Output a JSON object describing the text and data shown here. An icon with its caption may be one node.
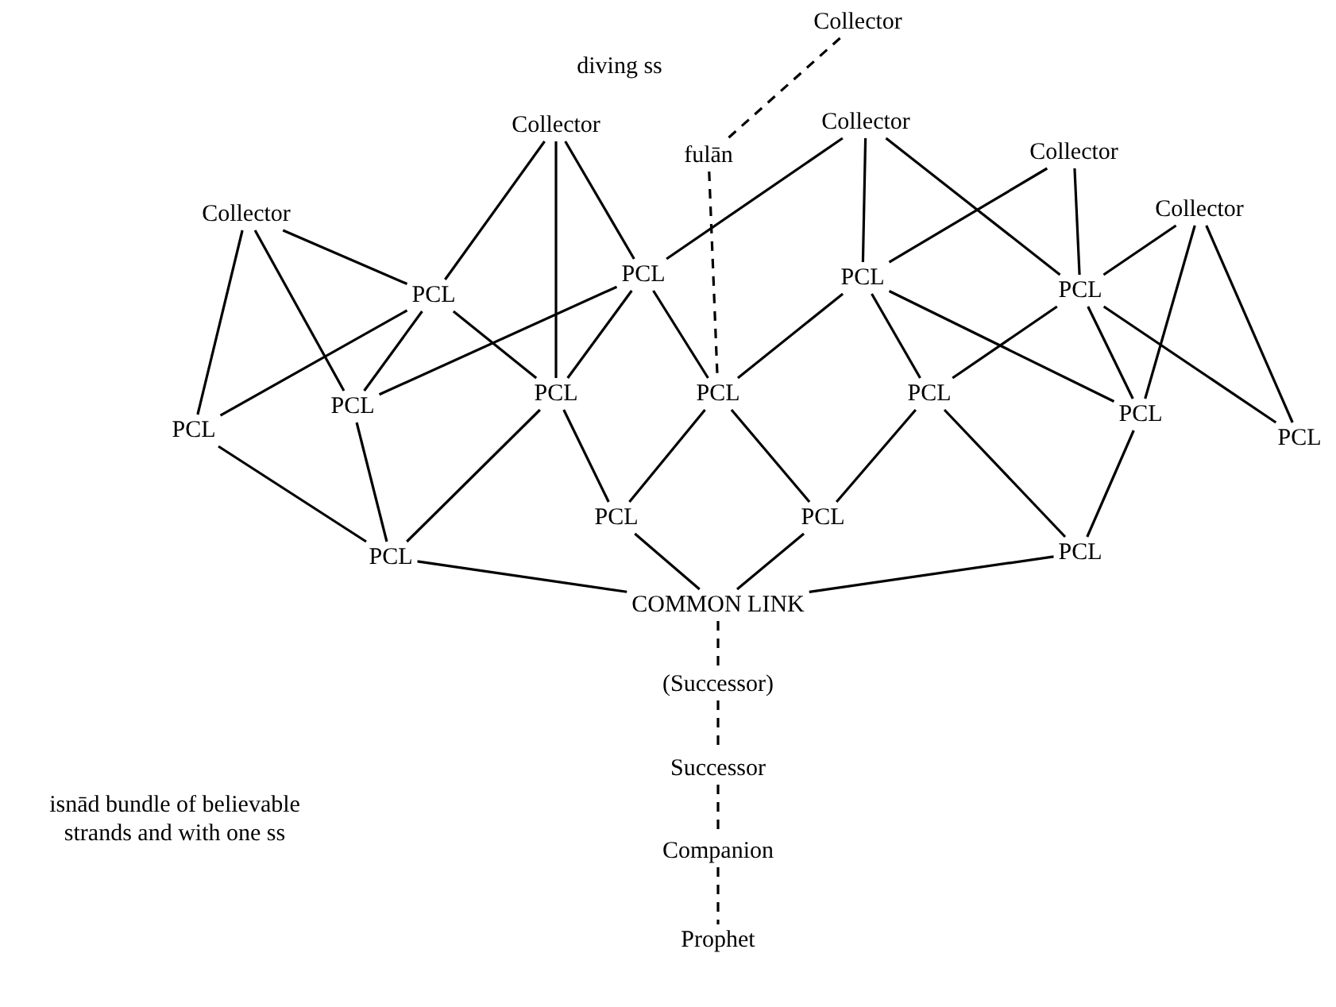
{
  "diagram": {
    "nodes": [
      {
        "text": [
          "Collector"
        ]
      },
      {
        "text": [
          "Collector"
        ]
      },
      {
        "text": [
          "Collector"
        ]
      },
      {
        "text": [
          "fulān"
        ]
      },
      {
        "text": [
          "Collector"
        ]
      },
      {
        "text": [
          "Collector"
        ]
      },
      {
        "text": [
          "Collector"
        ]
      },
      {
        "text": [
          "PCL"
        ]
      },
      {
        "text": [
          "PCL"
        ]
      },
      {
        "text": [
          "PCL"
        ]
      },
      {
        "text": [
          "PCL"
        ]
      },
      {
        "text": [
          "PCL"
        ]
      },
      {
        "text": [
          "PCL"
        ]
      },
      {
        "text": [
          "PCL"
        ]
      },
      {
        "text": [
          "PCL"
        ]
      },
      {
        "text": [
          "PCL"
        ]
      },
      {
        "text": [
          "PCL"
        ]
      },
      {
        "text": [
          "PCL"
        ]
      },
      {
        "text": [
          "PCL"
        ]
      },
      {
        "text": [
          "PCL"
        ]
      },
      {
        "text": [
          "PCL"
        ]
      },
      {
        "text": [
          "PCL"
        ]
      },
      {
        "text": [
          "COMMON LINK"
        ]
      },
      {
        "text": [
          "(Successor)"
        ]
      },
      {
        "text": [
          "Successor"
        ]
      },
      {
        "text": [
          "Companion"
        ]
      },
      {
        "text": [
          "Prophet"
        ]
      }
    ],
    "edges": [
      {
        "from": 0,
        "to": 3,
        "arrow": "none",
        "style": "dashed"
      },
      {
        "from": 3,
        "to": 14,
        "arrow": "none",
        "style": "dashed"
      },
      {
        "from": 1,
        "to": 11,
        "arrow": "none"
      },
      {
        "from": 1,
        "to": 12,
        "arrow": "none"
      },
      {
        "from": 1,
        "to": 7,
        "arrow": "none"
      },
      {
        "from": 2,
        "to": 7,
        "arrow": "none"
      },
      {
        "from": 2,
        "to": 13,
        "arrow": "none"
      },
      {
        "from": 2,
        "to": 8,
        "arrow": "none"
      },
      {
        "from": 7,
        "to": 11,
        "arrow": "none"
      },
      {
        "from": 7,
        "to": 12,
        "arrow": "none"
      },
      {
        "from": 7,
        "to": 13,
        "arrow": "none"
      },
      {
        "from": 8,
        "to": 12,
        "arrow": "none"
      },
      {
        "from": 8,
        "to": 13,
        "arrow": "none"
      },
      {
        "from": 8,
        "to": 14,
        "arrow": "none"
      },
      {
        "from": 4,
        "to": 8,
        "arrow": "none"
      },
      {
        "from": 4,
        "to": 9,
        "arrow": "none"
      },
      {
        "from": 4,
        "to": 10,
        "arrow": "none"
      },
      {
        "from": 5,
        "to": 9,
        "arrow": "none"
      },
      {
        "from": 5,
        "to": 10,
        "arrow": "none"
      },
      {
        "from": 6,
        "to": 10,
        "arrow": "none"
      },
      {
        "from": 6,
        "to": 16,
        "arrow": "none"
      },
      {
        "from": 6,
        "to": 17,
        "arrow": "none"
      },
      {
        "from": 9,
        "to": 14,
        "arrow": "none"
      },
      {
        "from": 9,
        "to": 15,
        "arrow": "none"
      },
      {
        "from": 9,
        "to": 16,
        "arrow": "none"
      },
      {
        "from": 10,
        "to": 15,
        "arrow": "none"
      },
      {
        "from": 10,
        "to": 16,
        "arrow": "none"
      },
      {
        "from": 10,
        "to": 17,
        "arrow": "none"
      },
      {
        "from": 11,
        "to": 20,
        "arrow": "none"
      },
      {
        "from": 12,
        "to": 20,
        "arrow": "none"
      },
      {
        "from": 13,
        "to": 20,
        "arrow": "none"
      },
      {
        "from": 13,
        "to": 18,
        "arrow": "none"
      },
      {
        "from": 14,
        "to": 18,
        "arrow": "none"
      },
      {
        "from": 14,
        "to": 19,
        "arrow": "none"
      },
      {
        "from": 15,
        "to": 19,
        "arrow": "none"
      },
      {
        "from": 15,
        "to": 21,
        "arrow": "none"
      },
      {
        "from": 16,
        "to": 21,
        "arrow": "none"
      },
      {
        "from": 20,
        "to": 22,
        "arrow": "none"
      },
      {
        "from": 18,
        "to": 22,
        "arrow": "none"
      },
      {
        "from": 19,
        "to": 22,
        "arrow": "none"
      },
      {
        "from": 21,
        "to": 22,
        "arrow": "none"
      },
      {
        "from": 22,
        "to": 23,
        "arrow": "none",
        "style": "dashed"
      },
      {
        "from": 23,
        "to": 24,
        "arrow": "none",
        "style": "dashed"
      },
      {
        "from": 24,
        "to": 25,
        "arrow": "none",
        "style": "dashed"
      },
      {
        "from": 25,
        "to": 26,
        "arrow": "none",
        "style": "dashed"
      }
    ],
    "labels": [
      "diving ss",
      "isnād bundle of believable strands and with one ss"
    ]
  }
}
